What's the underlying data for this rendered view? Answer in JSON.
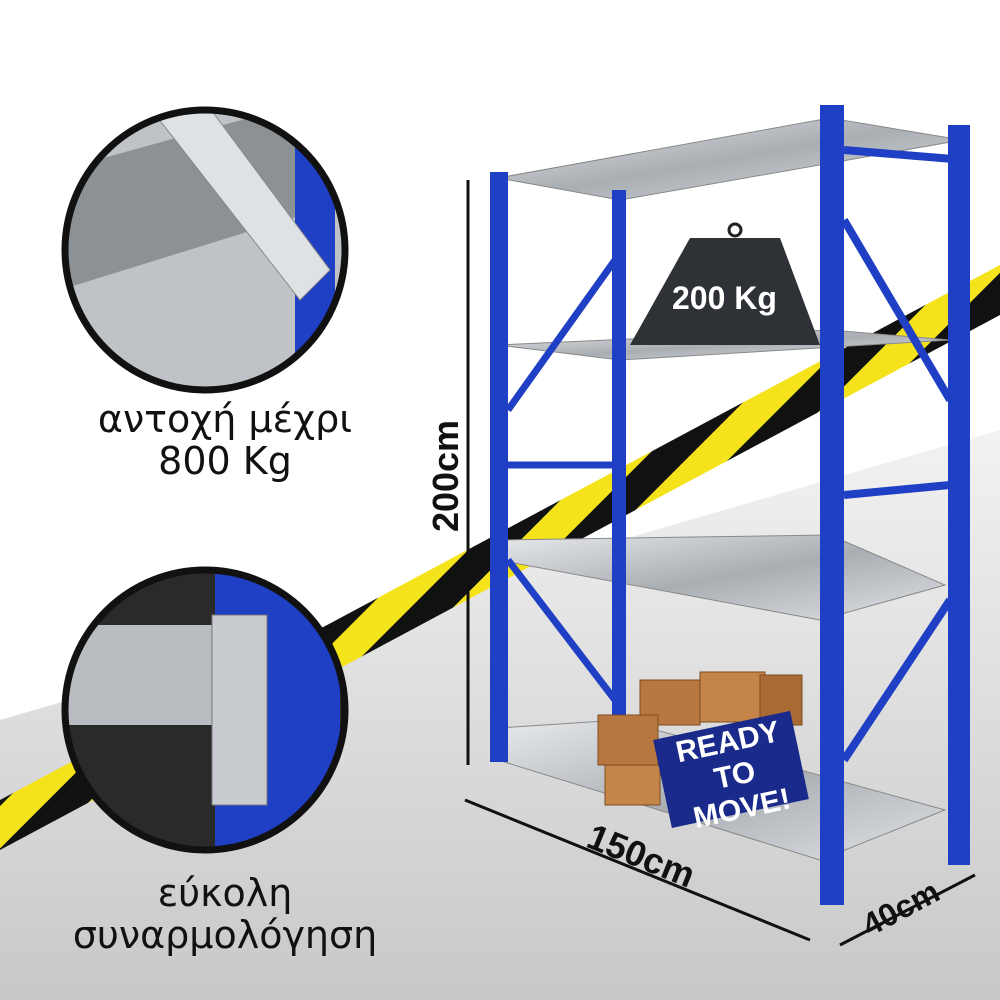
{
  "callouts": {
    "strength_line1": "αντοχή μέχρι",
    "strength_line2": "800 Kg",
    "assembly_line1": "εύκολη",
    "assembly_line2": "συναρμολόγηση"
  },
  "weight_label": "200 Kg",
  "dimensions": {
    "height": "200cm",
    "width": "150cm",
    "depth": "40cm"
  },
  "badge": {
    "line1": "READY",
    "line2": "TO MOVE!"
  },
  "colors": {
    "frame_blue": "#1f3fc4",
    "shelf_gray": "#c9cdd2",
    "tape_yellow": "#f4e21a",
    "box_brown": "#b8773f"
  }
}
